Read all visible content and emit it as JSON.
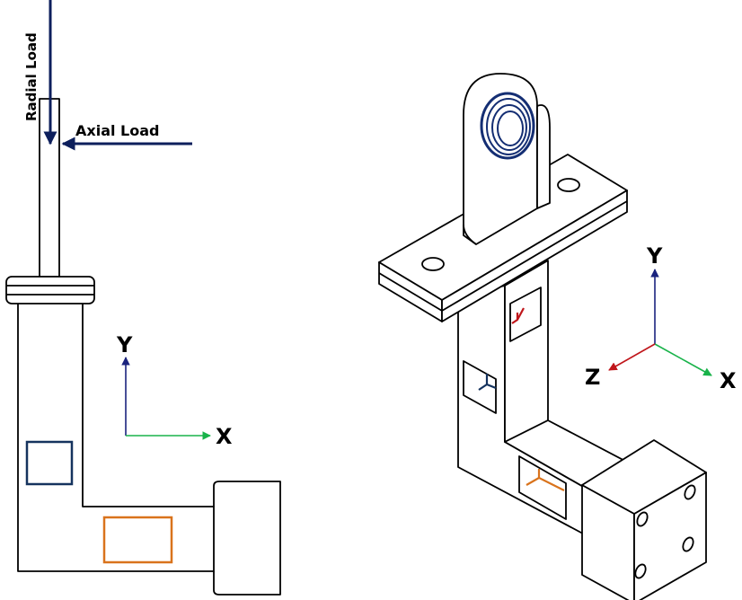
{
  "labels": {
    "radial_load": "Radial Load",
    "axial_load": "Axial Load",
    "axis_y_2d": "Y",
    "axis_x_2d": "X",
    "axis_y_3d": "Y",
    "axis_x_3d": "X",
    "axis_z_3d": "Z"
  },
  "colors": {
    "load_arrow": "#0d1f5c",
    "axis_y": "#1a237e",
    "axis_x": "#19b34a",
    "axis_z": "#c0161b",
    "gauge_blue": "#15335e",
    "gauge_orange": "#d9731c",
    "bearing": "#142e73"
  }
}
